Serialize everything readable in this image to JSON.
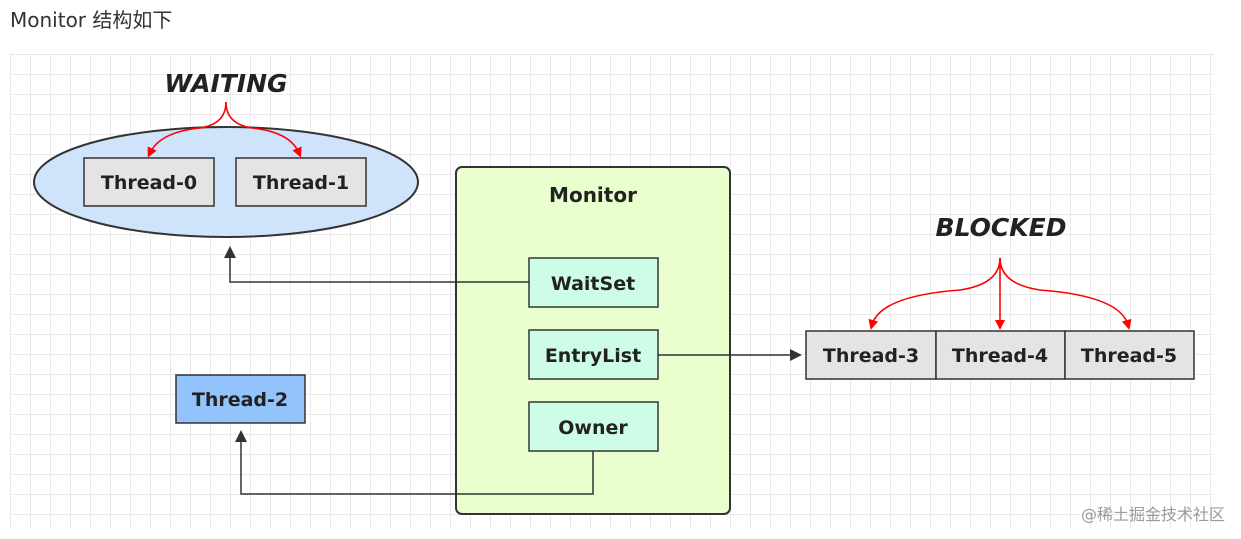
{
  "heading": "Monitor 结构如下",
  "waiting": {
    "label": "WAITING",
    "threads": [
      "Thread-0",
      "Thread-1"
    ]
  },
  "monitor": {
    "title": "Monitor",
    "waitset": "WaitSet",
    "entrylist": "EntryList",
    "owner": "Owner"
  },
  "blocked": {
    "label": "BLOCKED",
    "threads": [
      "Thread-3",
      "Thread-4",
      "Thread-5"
    ]
  },
  "owner_thread": "Thread-2",
  "watermark": "@稀土掘金技术社区",
  "colors": {
    "ellipse_fill": "#cfe3fb",
    "monitor_fill": "#e9ffce",
    "inner_box_fill": "#cdfde6",
    "thread_gray": "#e4e4e4",
    "thread_blue": "#93c3fb",
    "red_arrow": "#ff0000",
    "line": "#333333"
  }
}
